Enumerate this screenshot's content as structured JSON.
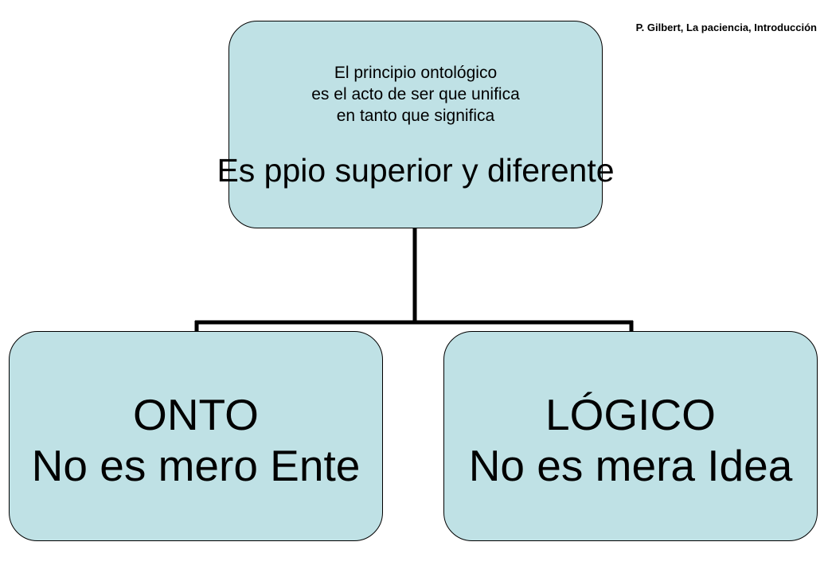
{
  "citation": "P. Gilbert, La paciencia, Introducción",
  "root": {
    "lines": [
      "El principio ontológico",
      "es el acto de ser que unifica",
      "en tanto que significa"
    ],
    "headline": "Es ppio superior y diferente"
  },
  "children": [
    {
      "title": "ONTO",
      "subtitle": "No es mero Ente"
    },
    {
      "title": "LÓGICO",
      "subtitle": "No es mera Idea"
    }
  ],
  "colors": {
    "box_fill": "#bfe1e5",
    "connector": "#000000"
  }
}
